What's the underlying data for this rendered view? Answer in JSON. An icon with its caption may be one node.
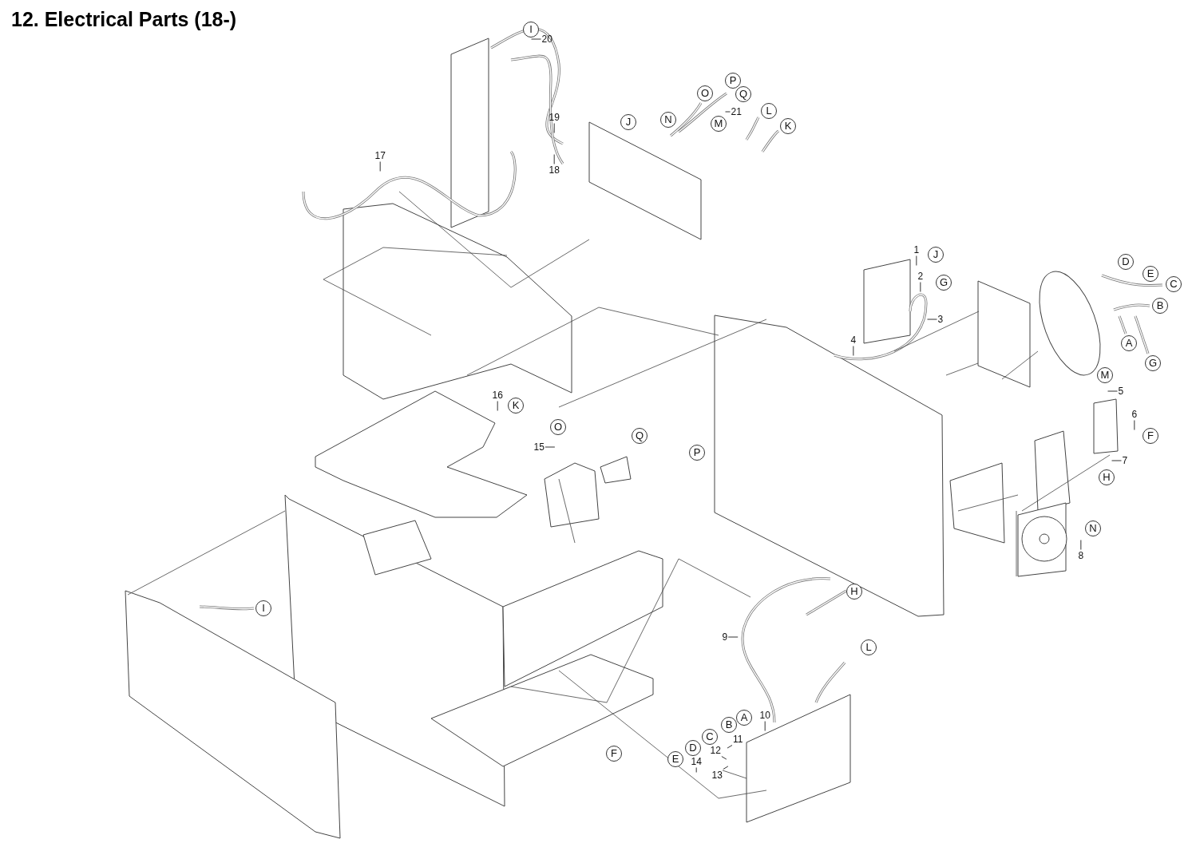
{
  "diagram": {
    "title": "12. Electrical Parts (18-)",
    "nodes": [
      {
        "text": [
          "1"
        ]
      },
      {
        "text": [
          "2"
        ]
      },
      {
        "text": [
          "3"
        ]
      },
      {
        "text": [
          "4"
        ]
      },
      {
        "text": [
          "5"
        ]
      },
      {
        "text": [
          "6"
        ]
      },
      {
        "text": [
          "7"
        ]
      },
      {
        "text": [
          "8"
        ]
      },
      {
        "text": [
          "9"
        ]
      },
      {
        "text": [
          "10"
        ]
      },
      {
        "text": [
          "11"
        ]
      },
      {
        "text": [
          "12"
        ]
      },
      {
        "text": [
          "13"
        ]
      },
      {
        "text": [
          "14"
        ]
      },
      {
        "text": [
          "15"
        ]
      },
      {
        "text": [
          "16"
        ]
      },
      {
        "text": [
          "17"
        ]
      },
      {
        "text": [
          "18"
        ]
      },
      {
        "text": [
          "19"
        ]
      },
      {
        "text": [
          "20"
        ]
      },
      {
        "text": [
          "21"
        ]
      },
      {
        "text": [
          "I"
        ]
      },
      {
        "text": [
          "P"
        ]
      },
      {
        "text": [
          "O"
        ]
      },
      {
        "text": [
          "Q"
        ]
      },
      {
        "text": [
          "L"
        ]
      },
      {
        "text": [
          "M"
        ]
      },
      {
        "text": [
          "K"
        ]
      },
      {
        "text": [
          "J"
        ]
      },
      {
        "text": [
          "N"
        ]
      },
      {
        "text": [
          "J"
        ]
      },
      {
        "text": [
          "G"
        ]
      },
      {
        "text": [
          "D"
        ]
      },
      {
        "text": [
          "E"
        ]
      },
      {
        "text": [
          "C"
        ]
      },
      {
        "text": [
          "B"
        ]
      },
      {
        "text": [
          "A"
        ]
      },
      {
        "text": [
          "G"
        ]
      },
      {
        "text": [
          "M"
        ]
      },
      {
        "text": [
          "F"
        ]
      },
      {
        "text": [
          "H"
        ]
      },
      {
        "text": [
          "N"
        ]
      },
      {
        "text": [
          "K"
        ]
      },
      {
        "text": [
          "O"
        ]
      },
      {
        "text": [
          "Q"
        ]
      },
      {
        "text": [
          "P"
        ]
      },
      {
        "text": [
          "I"
        ]
      },
      {
        "text": [
          "H"
        ]
      },
      {
        "text": [
          "L"
        ]
      },
      {
        "text": [
          "A"
        ]
      },
      {
        "text": [
          "B"
        ]
      },
      {
        "text": [
          "C"
        ]
      },
      {
        "text": [
          "D"
        ]
      },
      {
        "text": [
          "E"
        ]
      },
      {
        "text": [
          "F"
        ]
      }
    ],
    "edges": [
      {
        "from": 0,
        "to": null,
        "arrow": "none"
      },
      {
        "from": 1,
        "to": null,
        "arrow": "none"
      },
      {
        "from": 2,
        "to": null,
        "arrow": "none"
      },
      {
        "from": 3,
        "to": null,
        "arrow": "none"
      },
      {
        "from": 4,
        "to": null,
        "arrow": "none"
      },
      {
        "from": 5,
        "to": null,
        "arrow": "none"
      },
      {
        "from": 6,
        "to": null,
        "arrow": "none"
      },
      {
        "from": 7,
        "to": null,
        "arrow": "none"
      },
      {
        "from": 8,
        "to": null,
        "arrow": "none"
      },
      {
        "from": 9,
        "to": null,
        "arrow": "none"
      },
      {
        "from": 10,
        "to": null,
        "arrow": "none"
      },
      {
        "from": 11,
        "to": null,
        "arrow": "none"
      },
      {
        "from": 12,
        "to": null,
        "arrow": "none"
      },
      {
        "from": 13,
        "to": null,
        "arrow": "none"
      },
      {
        "from": 14,
        "to": null,
        "arrow": "none"
      },
      {
        "from": 15,
        "to": null,
        "arrow": "none"
      },
      {
        "from": 16,
        "to": null,
        "arrow": "none"
      },
      {
        "from": 17,
        "to": null,
        "arrow": "none"
      },
      {
        "from": 18,
        "to": null,
        "arrow": "none"
      },
      {
        "from": 19,
        "to": null,
        "arrow": "none"
      },
      {
        "from": 20,
        "to": null,
        "arrow": "none"
      }
    ]
  }
}
